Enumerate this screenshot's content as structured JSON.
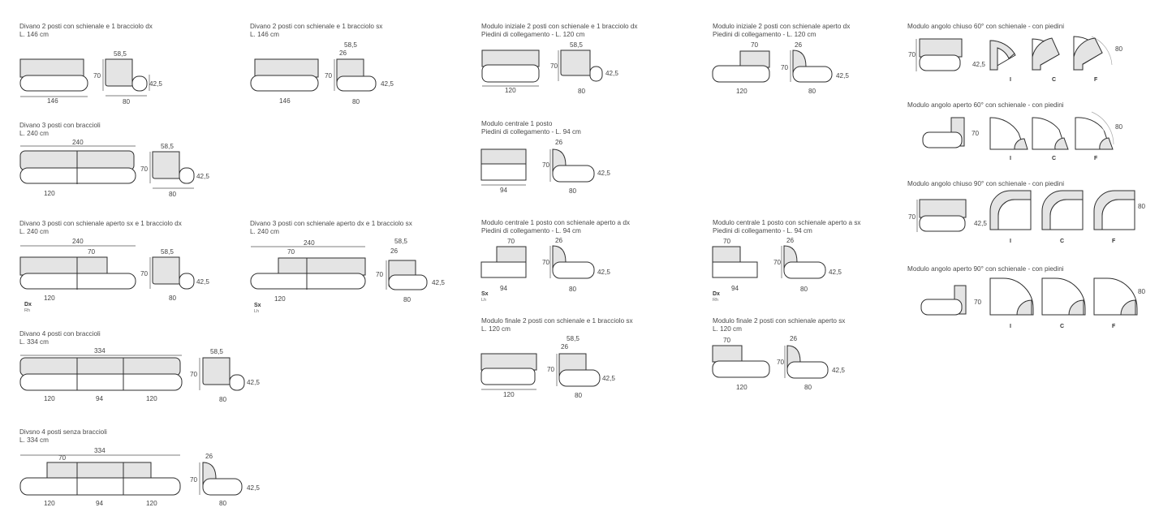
{
  "titles": {
    "divano_146_dx": "Divano 2 posti con schienale e 1 bracciolo dx",
    "divano_146_sx": "Divano 2 posti con schienale e 1 bracciolo sx",
    "modulo_iniz_2p_1b": "Modulo iniziale 2 posti con schienale e 1 bracciolo dx",
    "modulo_iniz_2p_aperto": "Modulo iniziale 2 posti con schienale aperto dx",
    "angolo_chiuso_60": "Modulo angolo chiuso 60° con schienale - con piedini",
    "divano_3p_braccioli": "Divano 3 posti con braccioli",
    "modulo_centrale_1p": "Modulo centrale 1 posto",
    "angolo_aperto_60": "Modulo angolo aperto 60° con schienale - con piedini",
    "angolo_chiuso_90": "Modulo angolo chiuso 90° con schienale - con piedini",
    "divano_3p_aperto_sx": "Divano 3 posti con schienale aperto sx e 1 bracciolo dx",
    "divano_3p_aperto_dx": "Divano 3 posti con schienale aperto dx e 1 bracciolo sx",
    "modulo_centrale_aperto_dx": "Modulo centrale 1 posto con schienale aperto a dx",
    "modulo_centrale_aperto_sx": "Modulo centrale 1 posto con schienale aperto a sx",
    "angolo_aperto_90": "Modulo angolo aperto 90° con schienale - con piedini",
    "modulo_finale_2p_1b": "Modulo finale 2 posti con schienale e 1 bracciolo sx",
    "modulo_finale_2p_aperto": "Modulo finale 2 posti con schienale aperto sx",
    "divano_4p_braccioli": "Divano 4 posti con braccioli",
    "divano_4p_senza": "Divsno 4 posti senza braccioli"
  },
  "subtitles": {
    "l146": "L. 146 cm",
    "l240": "L. 240 cm",
    "l334": "L. 334 cm",
    "l120": "L. 120 cm",
    "piedini_120": "Piedini di collegamento - L. 120 cm",
    "piedini_94": "Piedini di collegamento - L. 94 cm"
  },
  "dims": {
    "d146": "146",
    "d240": "240",
    "d334": "334",
    "d120": "120",
    "d94": "94",
    "d70": "70",
    "d80": "80",
    "d585": "58,5",
    "d26": "26",
    "d425": "42,5"
  },
  "labels": {
    "I": "I",
    "C": "C",
    "F": "F",
    "Dx": "Dx",
    "Rh": "Rh",
    "Sx": "Sx",
    "Lh": "Lh"
  },
  "colors": {
    "fabric": "#e4e4e4",
    "line": "#2e2e2e",
    "text": "#4a4a4a"
  }
}
